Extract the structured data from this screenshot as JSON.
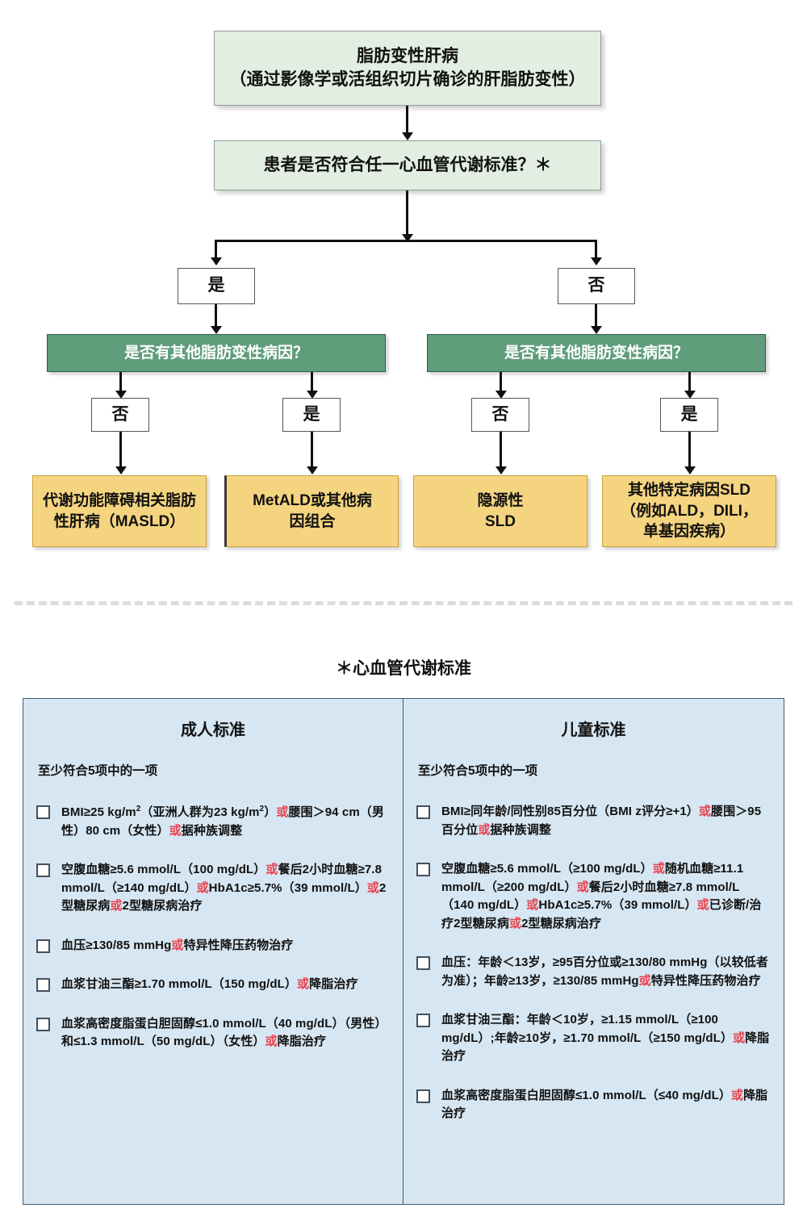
{
  "flowchart": {
    "root": {
      "line1": "脂肪变性肝病",
      "line2": "（通过影像学或活组织切片确诊的肝脂肪变性）"
    },
    "question": "患者是否符合任一心血管代谢标准？＊",
    "branch_yes": "是",
    "branch_no": "否",
    "etiology_question_left": "是否有其他脂肪变性病因？",
    "etiology_question_right": "是否有其他脂肪变性病因？",
    "left_no": "否",
    "left_yes": "是",
    "right_no": "否",
    "right_yes": "是",
    "outcomes": {
      "masld_line1": "代谢功能障碍相关脂肪",
      "masld_line2": "性肝病（MASLD）",
      "metald_line1": "MetALD或其他病",
      "metald_line2": "因组合",
      "cryptogenic_line1": "隐源性",
      "cryptogenic_line2": "SLD",
      "specific_line1": "其他特定病因SLD",
      "specific_line2": "（例如ALD，DILI，",
      "specific_line3": "单基因疾病）"
    }
  },
  "criteria": {
    "title": "＊心血管代谢标准",
    "adult": {
      "heading": "成人标准",
      "subtitle": "至少符合5项中的一项",
      "items": [
        [
          {
            "t": "BMI≥25 kg/m"
          },
          {
            "t": "2",
            "sup": true
          },
          {
            "t": "（亚洲人群为23 kg/m"
          },
          {
            "t": "2",
            "sup": true
          },
          {
            "t": "）"
          },
          {
            "t": "或",
            "hl": true
          },
          {
            "t": "腰围＞94 cm（男性）80 cm（女性）"
          },
          {
            "t": "或",
            "hl": true
          },
          {
            "t": "据种族调整"
          }
        ],
        [
          {
            "t": "空腹血糖≥5.6 mmol/L（100 mg/dL）"
          },
          {
            "t": "或",
            "hl": true
          },
          {
            "t": "餐后2小时血糖≥7.8 mmol/L（≥140 mg/dL）"
          },
          {
            "t": "或",
            "hl": true
          },
          {
            "t": "HbA1c≥5.7%（39 mmol/L）"
          },
          {
            "t": "或",
            "hl": true
          },
          {
            "t": "2型糖尿病"
          },
          {
            "t": "或",
            "hl": true
          },
          {
            "t": "2型糖尿病治疗"
          }
        ],
        [
          {
            "t": "血压≥130/85 mmHg"
          },
          {
            "t": "或",
            "hl": true
          },
          {
            "t": "特异性降压药物治疗"
          }
        ],
        [
          {
            "t": "血浆甘油三酯≥1.70 mmol/L（150 mg/dL）"
          },
          {
            "t": "或",
            "hl": true
          },
          {
            "t": "降脂治疗"
          }
        ],
        [
          {
            "t": "血浆高密度脂蛋白胆固醇≤1.0 mmol/L（40 mg/dL）（男性）和≤1.3 mmol/L（50 mg/dL）（女性）"
          },
          {
            "t": "或",
            "hl": true
          },
          {
            "t": "降脂治疗"
          }
        ]
      ]
    },
    "child": {
      "heading": "儿童标准",
      "subtitle": "至少符合5项中的一项",
      "items": [
        [
          {
            "t": "BMI≥同年龄/同性别85百分位（BMI z评分≥+1）"
          },
          {
            "t": "或",
            "hl": true
          },
          {
            "t": "腰围＞95百分位"
          },
          {
            "t": "或",
            "hl": true
          },
          {
            "t": "据种族调整"
          }
        ],
        [
          {
            "t": "空腹血糖≥5.6 mmol/L（≥100 mg/dL）"
          },
          {
            "t": "或",
            "hl": true
          },
          {
            "t": "随机血糖≥11.1 mmol/L（≥200 mg/dL）"
          },
          {
            "t": "或",
            "hl": true
          },
          {
            "t": "餐后2小时血糖≥7.8 mmol/L（140 mg/dL）"
          },
          {
            "t": "或",
            "hl": true
          },
          {
            "t": "HbA1c≥5.7%（39 mmol/L）"
          },
          {
            "t": "或",
            "hl": true
          },
          {
            "t": "已诊断/治疗2型糖尿病"
          },
          {
            "t": "或",
            "hl": true
          },
          {
            "t": "2型糖尿病治疗"
          }
        ],
        [
          {
            "t": "血压：年龄＜13岁，≥95百分位或≥130/80 mmHg（以较低者为准）；年龄≥13岁，≥130/85 mmHg"
          },
          {
            "t": "或",
            "hl": true
          },
          {
            "t": "特异性降压药物治疗"
          }
        ],
        [
          {
            "t": "血浆甘油三酯：年龄＜10岁，≥1.15 mmol/L（≥100 mg/dL）;年龄≥10岁，≥1.70 mmol/L（≥150 mg/dL）"
          },
          {
            "t": "或",
            "hl": true
          },
          {
            "t": "降脂治疗"
          }
        ],
        [
          {
            "t": "血浆高密度脂蛋白胆固醇≤1.0 mmol/L（≤40 mg/dL）"
          },
          {
            "t": "或",
            "hl": true
          },
          {
            "t": "降脂治疗"
          }
        ]
      ]
    }
  },
  "colors": {
    "green_light": "#e2eee2",
    "green_dark": "#5f9d7b",
    "yellow": "#f5d480",
    "blue_panel": "#d6e6f2",
    "highlight_red": "#e8434f",
    "connector": "#111111",
    "divider": "#dcdcdc"
  }
}
